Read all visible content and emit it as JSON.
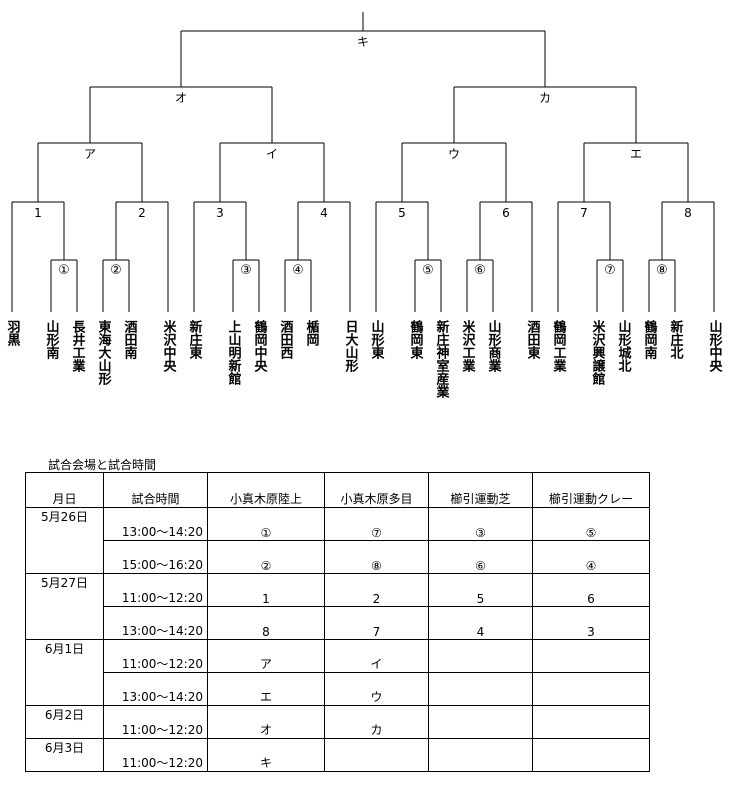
{
  "bracket": {
    "rounds": {
      "final": "キ",
      "semis": [
        "オ",
        "カ"
      ],
      "quarters": [
        "ア",
        "イ",
        "ウ",
        "エ"
      ],
      "second": [
        "1",
        "2",
        "3",
        "4",
        "5",
        "6",
        "7",
        "8"
      ],
      "first": [
        "①",
        "②",
        "③",
        "④",
        "⑤",
        "⑥",
        "⑦",
        "⑧"
      ]
    },
    "teams": [
      "羽黒",
      "山形南",
      "長井工業",
      "東海大山形",
      "酒田南",
      "米沢中央",
      "新庄東",
      "上山明新館",
      "鶴岡中央",
      "酒田西",
      "楯岡",
      "日大山形",
      "山形東",
      "鶴岡東",
      "新庄神室産業",
      "米沢工業",
      "山形商業",
      "酒田東",
      "鶴岡工業",
      "米沢興譲館",
      "山形城北",
      "鶴岡南",
      "新庄北",
      "山形中央"
    ]
  },
  "schedule": {
    "title": "試合会場と試合時間",
    "headers": [
      "月日",
      "試合時間",
      "小真木原陸上",
      "小真木原多目",
      "櫛引運動芝",
      "櫛引運動クレー"
    ],
    "days": [
      {
        "date": "5月26日",
        "slots": [
          {
            "time": "13:00～14:20",
            "games": [
              "①",
              "⑦",
              "③",
              "⑤"
            ]
          },
          {
            "time": "15:00～16:20",
            "games": [
              "②",
              "⑧",
              "⑥",
              "④"
            ]
          }
        ]
      },
      {
        "date": "5月27日",
        "slots": [
          {
            "time": "11:00～12:20",
            "games": [
              "1",
              "2",
              "5",
              "6"
            ]
          },
          {
            "time": "13:00～14:20",
            "games": [
              "8",
              "7",
              "4",
              "3"
            ]
          }
        ]
      },
      {
        "date": "6月1日",
        "slots": [
          {
            "time": "11:00～12:20",
            "games": [
              "ア",
              "イ",
              "",
              ""
            ]
          },
          {
            "time": "13:00～14:20",
            "games": [
              "エ",
              "ウ",
              "",
              ""
            ]
          }
        ]
      },
      {
        "date": "6月2日",
        "slots": [
          {
            "time": "11:00～12:20",
            "games": [
              "オ",
              "カ",
              "",
              ""
            ]
          }
        ]
      },
      {
        "date": "6月3日",
        "slots": [
          {
            "time": "11:00～12:20",
            "games": [
              "キ",
              "",
              "",
              ""
            ]
          }
        ]
      }
    ]
  }
}
